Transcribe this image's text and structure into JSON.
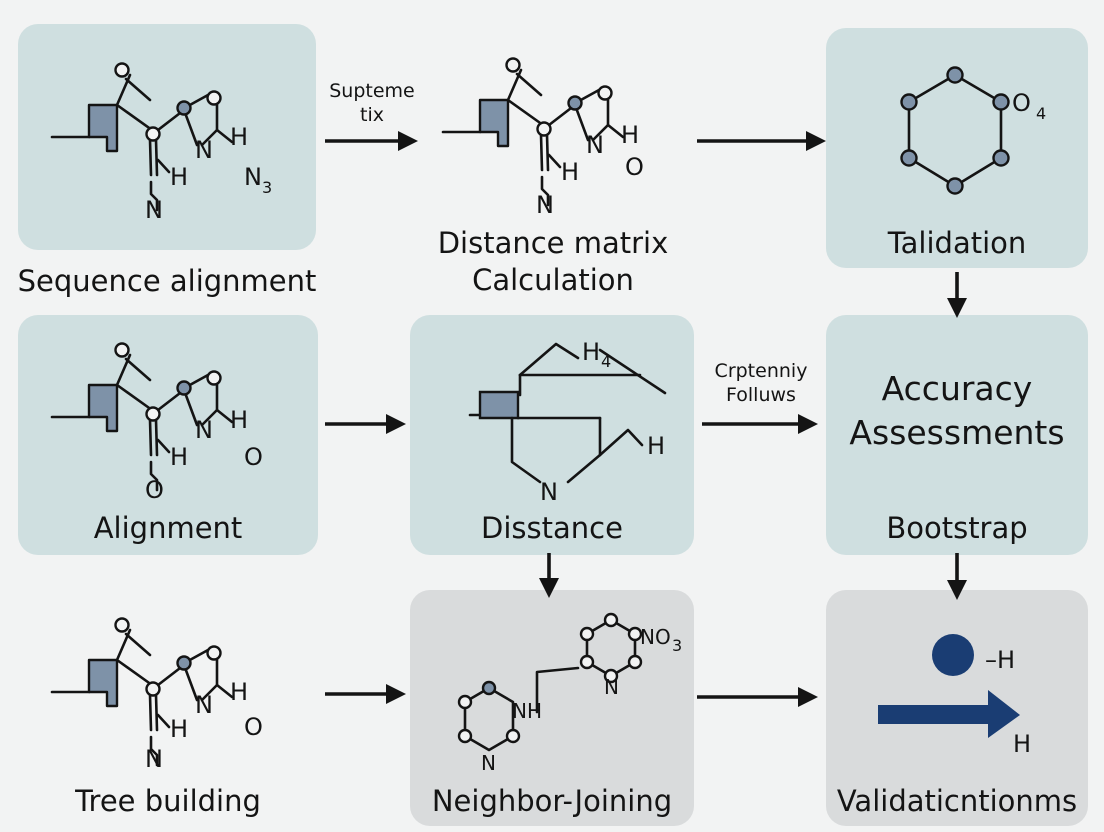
{
  "colors": {
    "background": "#f2f3f3",
    "panel_teal": "#cfdfe0",
    "panel_grey": "#d9dbdc",
    "ink": "#141414",
    "accent_navy": "#1a3d73",
    "atom_fill": "#7e92a8"
  },
  "nodes": [
    {
      "id": "sequence-alignment",
      "label": "Sequence alignment",
      "atoms": [
        "H",
        "N",
        "N",
        "H",
        "N",
        "3"
      ]
    },
    {
      "id": "distance-matrix",
      "label_line1": "Distance matrix",
      "label_line2": "Calculation",
      "atoms": [
        "H",
        "N",
        "O",
        "H",
        "N"
      ]
    },
    {
      "id": "talidation",
      "label": "Talidation",
      "atoms": [
        "O",
        "4"
      ]
    },
    {
      "id": "alignment",
      "label": "Alignment",
      "atoms": [
        "H",
        "N",
        "O",
        "H",
        "O"
      ]
    },
    {
      "id": "disstance",
      "label": "Disstance",
      "atoms": [
        "H",
        "4",
        "H",
        "N"
      ]
    },
    {
      "id": "accuracy",
      "title_line1": "Accuracy",
      "title_line2": "Assessments",
      "label": "Bootstrap"
    },
    {
      "id": "tree-building",
      "label": "Tree building",
      "atoms": [
        "H",
        "N",
        "O",
        "H",
        "N"
      ]
    },
    {
      "id": "neighbor-joining",
      "label": "Neighbor-Joining",
      "atoms": [
        "NO",
        "3",
        "N",
        "NH",
        "N"
      ]
    },
    {
      "id": "validation",
      "label": "Validaticntionms",
      "atoms": [
        "–H",
        "H"
      ]
    }
  ],
  "edge_labels": {
    "top_line1": "Supteme",
    "top_line2": "tix",
    "middle_line1": "Crptenniy",
    "middle_line2": "Folluws"
  }
}
